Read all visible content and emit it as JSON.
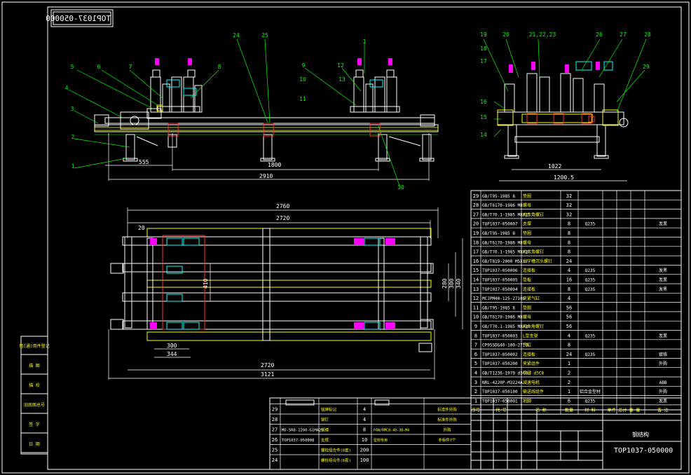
{
  "drawing_number": "TOP1037-050000",
  "drawing_number_mirrored": "TOP1037-050000",
  "title_block": {
    "part_name": "钢结构",
    "drawing_number": "TOP1037-050000"
  },
  "left_labels": [
    "借(通)用件登记",
    "描 图",
    "描 校",
    "旧底图总号",
    "签 字",
    "日 期"
  ],
  "dimensions": {
    "front": [
      "555",
      "1800",
      "2910"
    ],
    "side": [
      "1022",
      "1200.5"
    ],
    "top": [
      "2760",
      "2720",
      "20",
      "410",
      "280",
      "300",
      "340",
      "300",
      "344",
      "2720",
      "3121"
    ]
  },
  "balloons": {
    "front": [
      "24",
      "25",
      "1",
      "5",
      "6",
      "7",
      "8",
      "4",
      "3",
      "2",
      "1",
      "9",
      "10",
      "11",
      "12",
      "13",
      "30"
    ],
    "side": [
      "19",
      "20",
      "21,22,23",
      "26",
      "27",
      "28",
      "18",
      "17",
      "16",
      "15",
      "14",
      "29"
    ]
  },
  "bom_main": [
    {
      "no": "29",
      "code": "GB/T95-1985 8",
      "name": "垫圈",
      "qty": "32",
      "mat": "",
      "note": ""
    },
    {
      "no": "28",
      "code": "GB/T6170-1986 M8",
      "name": "螺母",
      "qty": "32",
      "mat": "",
      "note": ""
    },
    {
      "no": "27",
      "code": "GB/T70.1-1985 M8X25",
      "name": "内六角螺钉",
      "qty": "32",
      "mat": "",
      "note": ""
    },
    {
      "no": "20",
      "code": "TOP1037-050007",
      "name": "支撑",
      "qty": "8",
      "mat": "Q235",
      "note": "发黑"
    },
    {
      "no": "19",
      "code": "GB/T95-1985 8",
      "name": "垫圈",
      "qty": "8",
      "mat": "",
      "note": ""
    },
    {
      "no": "18",
      "code": "GB/T6170-1986 M8",
      "name": "螺母",
      "qty": "8",
      "mat": "",
      "note": ""
    },
    {
      "no": "17",
      "code": "GB/T70.1-1985 M8X20",
      "name": "内六角螺钉",
      "qty": "8",
      "mat": "",
      "note": ""
    },
    {
      "no": "16",
      "code": "GB/T819-2000 M5X12",
      "name": "十字槽沉头螺钉",
      "qty": "24",
      "mat": "",
      "note": ""
    },
    {
      "no": "15",
      "code": "TOP1037-050006",
      "name": "连接板",
      "qty": "4",
      "mat": "Q235",
      "note": "发黑"
    },
    {
      "no": "14",
      "code": "TOP1037-050005",
      "name": "垫板",
      "qty": "16",
      "mat": "Q235",
      "note": "发黑"
    },
    {
      "no": "13",
      "code": "TOP1037-050004",
      "name": "连接板",
      "qty": "8",
      "mat": "Q235",
      "note": "发黑"
    },
    {
      "no": "12",
      "code": "MCJPM40-125-2710L",
      "name": "夹紧气缸",
      "qty": "4",
      "mat": "",
      "note": ""
    },
    {
      "no": "11",
      "code": "GB/T95-1985 8",
      "name": "垫圈",
      "qty": "56",
      "mat": "",
      "note": ""
    },
    {
      "no": "10",
      "code": "GB/T6170-1986 M8",
      "name": "螺母",
      "qty": "56",
      "mat": "",
      "note": ""
    },
    {
      "no": "9",
      "code": "GB/T70.1-1985 M8X20",
      "name": "内六角螺钉",
      "qty": "56",
      "mat": "",
      "note": ""
    },
    {
      "no": "8",
      "code": "TOP1037-050003",
      "name": "L型支架",
      "qty": "4",
      "mat": "Q235",
      "note": "发黑"
    },
    {
      "no": "7",
      "code": "CP95SDG40-100-2710L",
      "name": "气缸",
      "qty": "8",
      "mat": "",
      "note": ""
    },
    {
      "no": "6",
      "code": "TOP1037-050002",
      "name": "连接板",
      "qty": "24",
      "mat": "Q235",
      "note": "镀铬"
    },
    {
      "no": "5",
      "code": "TOP1037-050200",
      "name": "夹紧组件",
      "qty": "1",
      "mat": "",
      "note": "外购"
    },
    {
      "no": "4",
      "code": "GB/T1236-1979 d3C8",
      "name": "平键 d3C8",
      "qty": "2",
      "mat": "",
      "note": ""
    },
    {
      "no": "3",
      "code": "NRL-4220P-M3224A",
      "name": "减速电机",
      "qty": "2",
      "mat": "",
      "note": "ABB"
    },
    {
      "no": "2",
      "code": "TOP1037-050100",
      "name": "输送线组件",
      "qty": "1",
      "mat": "铝合金型材",
      "note": "外购"
    },
    {
      "no": "1",
      "code": "TOP1037-050001",
      "name": "地脚",
      "qty": "6",
      "mat": "Q235",
      "note": "发黑"
    }
  ],
  "bom_header": [
    "序号",
    "代 号",
    "名 称",
    "数量",
    "材 料",
    "单件 总计 重 量",
    "备 注"
  ],
  "bom_lower": [
    {
      "no": "29",
      "code": "",
      "name": "铭牌标记",
      "qty": "4",
      "mat": "",
      "note": "标准件外购"
    },
    {
      "no": "28",
      "code": "",
      "name": "铆钉",
      "qty": "4",
      "mat": "",
      "note": "标准件外购"
    },
    {
      "no": "27",
      "code": "MD-SR8-1200-G1MA25",
      "name": "线槽",
      "qty": "8",
      "mat": "PAN/RMC8-40-38-M4",
      "note": "外购"
    },
    {
      "no": "26",
      "code": "TOP1037-050008",
      "name": "支撑",
      "qty": "10",
      "mat": "型材专用",
      "note": "非标件7个"
    },
    {
      "no": "25",
      "code": "",
      "name": "螺栓组合件(8套)",
      "qty": "200",
      "mat": "",
      "note": ""
    },
    {
      "no": "24",
      "code": "",
      "name": "螺栓组合件(8套)",
      "qty": "100",
      "mat": "",
      "note": ""
    }
  ]
}
